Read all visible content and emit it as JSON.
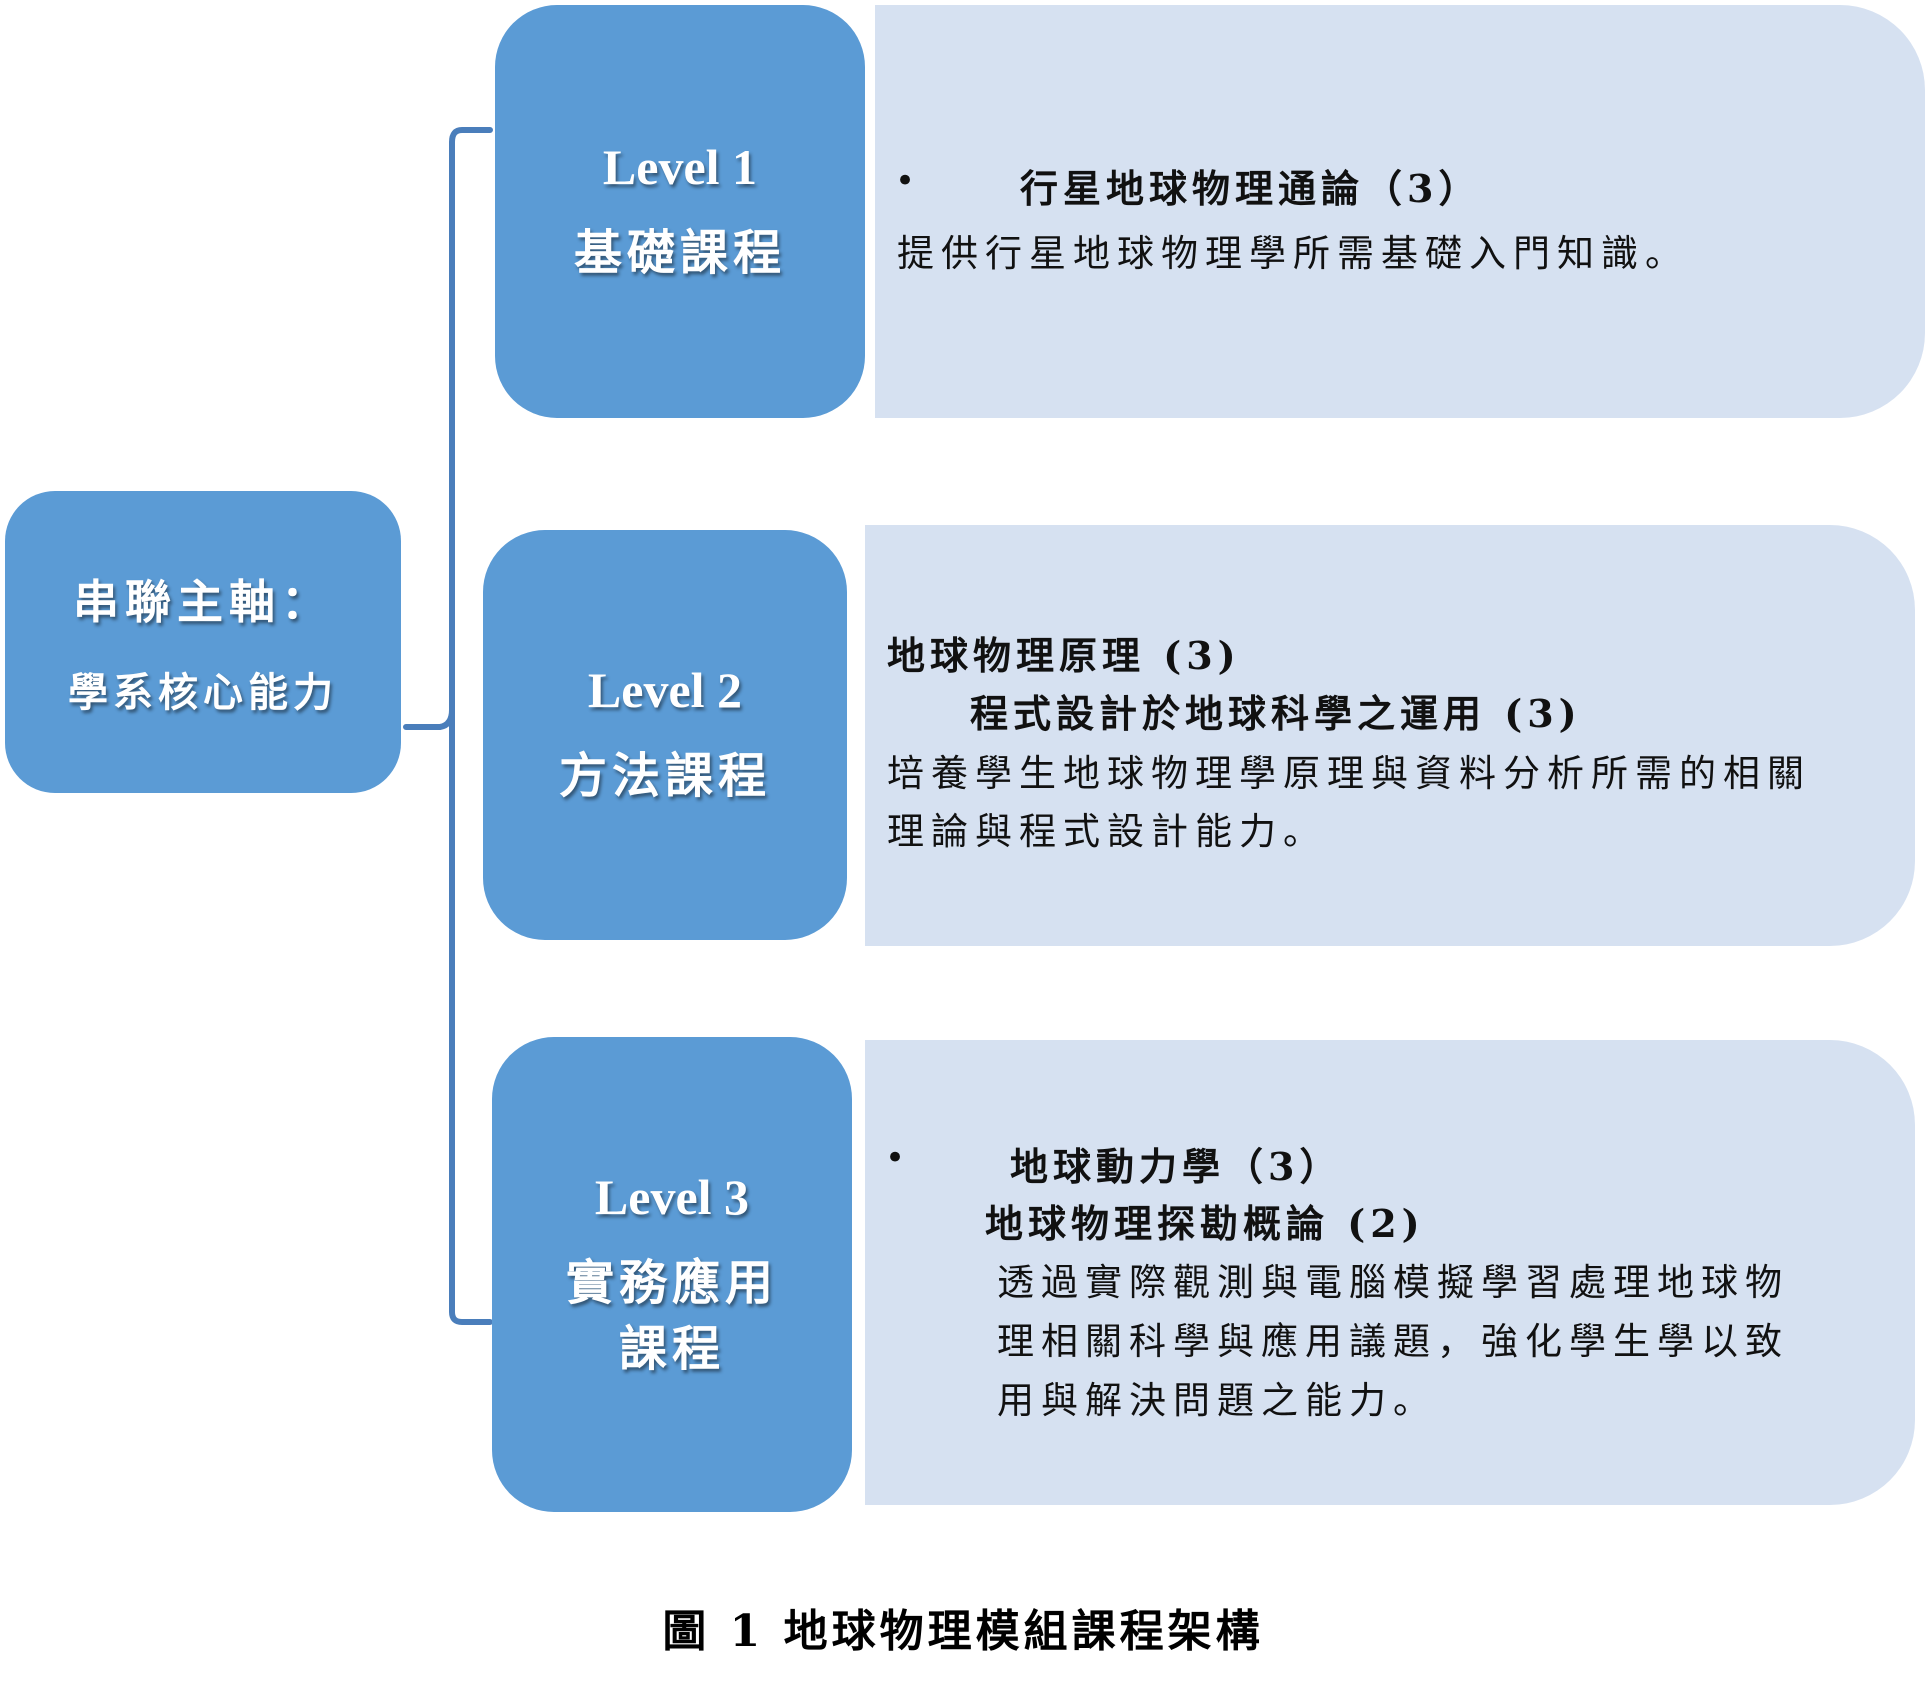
{
  "root": {
    "line1": "串聯主軸：",
    "line2": "學系核心能力"
  },
  "levels": [
    {
      "title": "Level 1",
      "subtitle_lines": [
        "基礎課程"
      ],
      "bullet": "•",
      "courses": [
        "行星地球物理通論（3）"
      ],
      "description_lines": [
        "提供行星地球物理學所需基礎入門知識。"
      ]
    },
    {
      "title": "Level 2",
      "subtitle_lines": [
        "方法課程"
      ],
      "courses": [
        "地球物理原理 (3)",
        "程式設計於地球科學之運用 (3)"
      ],
      "description_lines": [
        "培養學生地球物理學原理與資料分析所需的相關",
        "理論與程式設計能力。"
      ]
    },
    {
      "title": "Level 3",
      "subtitle_lines": [
        "實務應用",
        "課程"
      ],
      "bullet": "•",
      "courses": [
        "地球動力學（3）",
        "地球物理探勘概論 (2)"
      ],
      "description_lines": [
        "透過實際觀測與電腦模擬學習處理地球物",
        "理相關科學與應用議題，強化學生學以致",
        "用與解決問題之能力。"
      ]
    }
  ],
  "caption": "圖 1 地球物理模組課程架構",
  "colors": {
    "box_fill": "#5b9bd5",
    "panel_fill": "#d6e1f1",
    "bracket": "#4a7ebb"
  }
}
